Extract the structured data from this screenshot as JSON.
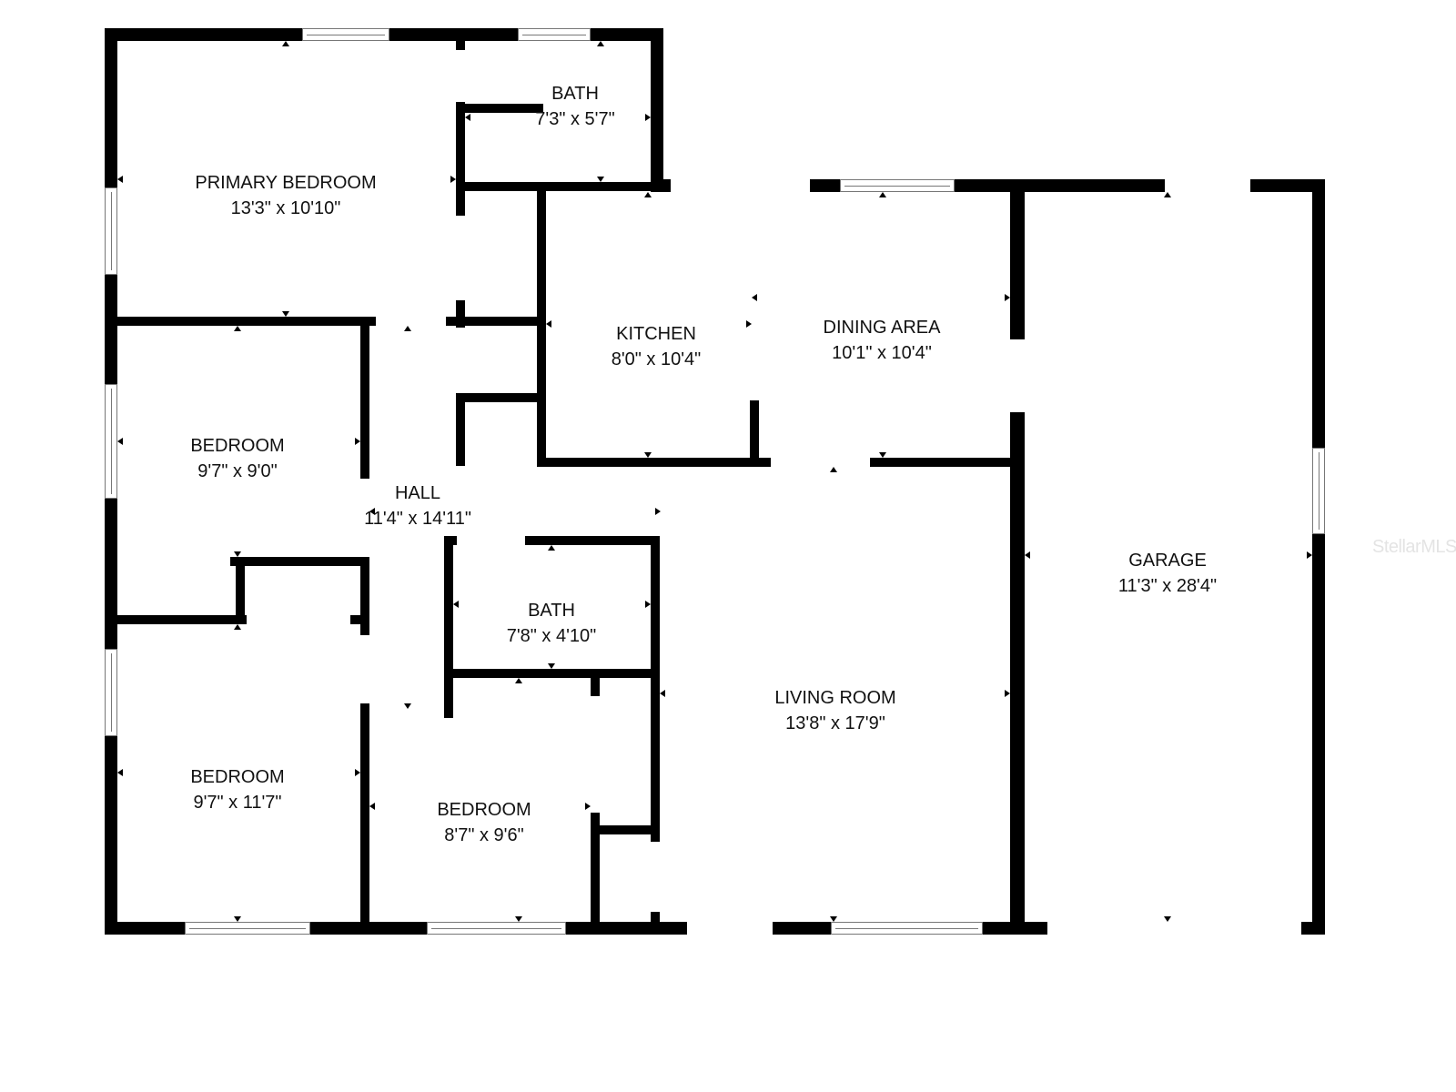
{
  "floorplan": {
    "rooms": [
      {
        "id": "primary-bedroom",
        "name": "PRIMARY BEDROOM",
        "dims": "13'3\" x 10'10\""
      },
      {
        "id": "bath-1",
        "name": "BATH",
        "dims": "7'3\" x 5'7\""
      },
      {
        "id": "kitchen",
        "name": "KITCHEN",
        "dims": "8'0\" x 10'4\""
      },
      {
        "id": "dining-area",
        "name": "DINING AREA",
        "dims": "10'1\" x 10'4\""
      },
      {
        "id": "bedroom-2",
        "name": "BEDROOM",
        "dims": "9'7\" x 9'0\""
      },
      {
        "id": "hall",
        "name": "HALL",
        "dims": "11'4\" x 14'11\""
      },
      {
        "id": "bath-2",
        "name": "BATH",
        "dims": "7'8\" x 4'10\""
      },
      {
        "id": "garage",
        "name": "GARAGE",
        "dims": "11'3\" x 28'4\""
      },
      {
        "id": "living-room",
        "name": "LIVING ROOM",
        "dims": "13'8\" x 17'9\""
      },
      {
        "id": "bedroom-3",
        "name": "BEDROOM",
        "dims": "9'7\" x 11'7\""
      },
      {
        "id": "bedroom-4",
        "name": "BEDROOM",
        "dims": "8'7\" x 9'6\""
      }
    ],
    "watermark": "StellarMLS",
    "colors": {
      "wall": "#000000",
      "background": "#ffffff",
      "text": "#111111",
      "watermark": "#e4e4e4"
    }
  }
}
